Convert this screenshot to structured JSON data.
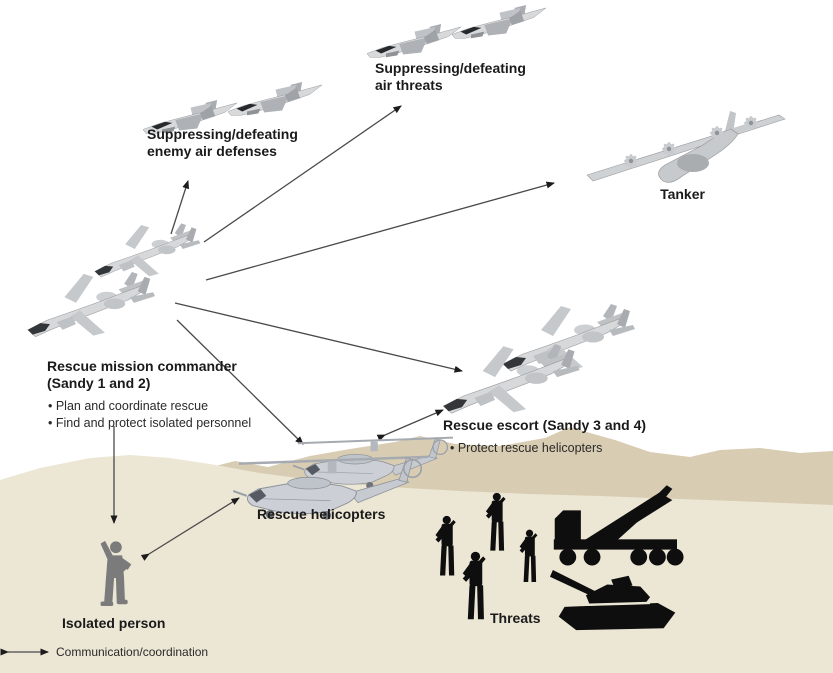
{
  "diagram": {
    "air_threats": {
      "lines": [
        "Suppressing/defeating",
        "air threats"
      ]
    },
    "enemy_air_defenses": {
      "lines": [
        "Suppressing/defeating",
        "enemy air defenses"
      ]
    },
    "tanker": {
      "label": "Tanker"
    },
    "commander": {
      "title_lines": [
        "Rescue mission commander",
        "(Sandy 1 and 2)"
      ],
      "bullets": [
        "• Plan and coordinate rescue",
        "• Find and protect isolated personnel"
      ]
    },
    "escort": {
      "title": "Rescue escort (Sandy 3 and 4)",
      "bullets": [
        "• Protect rescue helicopters"
      ]
    },
    "helicopters": {
      "label": "Rescue helicopters"
    },
    "isolated_person": {
      "label": "Isolated person"
    },
    "threats": {
      "label": "Threats"
    },
    "legend": {
      "label": "Communication/coordination"
    }
  },
  "icons": {
    "fighter-jet-icon": "svg-shape",
    "a10-attack-aircraft-icon": "svg-shape",
    "tanker-aircraft-icon": "svg-shape",
    "rescue-helicopter-icon": "svg-shape",
    "isolated-person-icon": "svg-shape",
    "soldier-icon": "svg-shape",
    "missile-launcher-icon": "svg-shape",
    "tank-icon": "svg-shape",
    "communication-arrow-icon": "double-headed-arrow"
  },
  "colors": {
    "background": "#ffffff",
    "terrain_light": "#ece6d5",
    "terrain_dark": "#d8ccb2",
    "aircraft_light": "#d6d8da",
    "aircraft_mid": "#b0b4b9",
    "aircraft_dark": "#34373a",
    "helicopter_gray": "#ccd0d6",
    "person_gray": "#7b7b7b",
    "threat_black": "#0e0e0e",
    "arrow": "#3d3d3d",
    "text": "#1a1a1a"
  }
}
